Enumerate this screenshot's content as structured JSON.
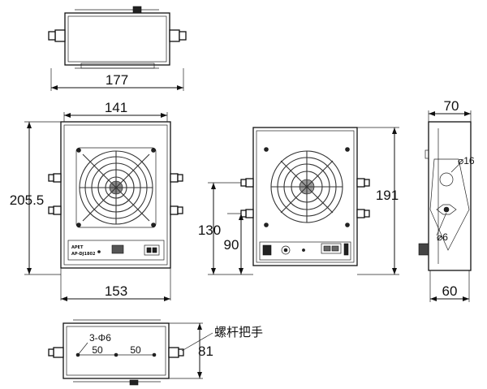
{
  "drawing": {
    "dimensions": {
      "top_width": "177",
      "front_top": "141",
      "front_height": "205.5",
      "front_bottom": "153",
      "back_height": "191",
      "back_mount_high": "130",
      "back_mount_low": "90",
      "side_top": "70",
      "side_bottom": "60",
      "side_hole_large": "⌀16",
      "side_hole_small": "⌀6",
      "bottom_holes": "3-Φ6",
      "bottom_spacing_1": "50",
      "bottom_spacing_2": "50",
      "bottom_depth": "81"
    },
    "callout_label": "螺杆把手",
    "panel": {
      "brand": "APET",
      "model": "AP-DJ1802"
    }
  }
}
